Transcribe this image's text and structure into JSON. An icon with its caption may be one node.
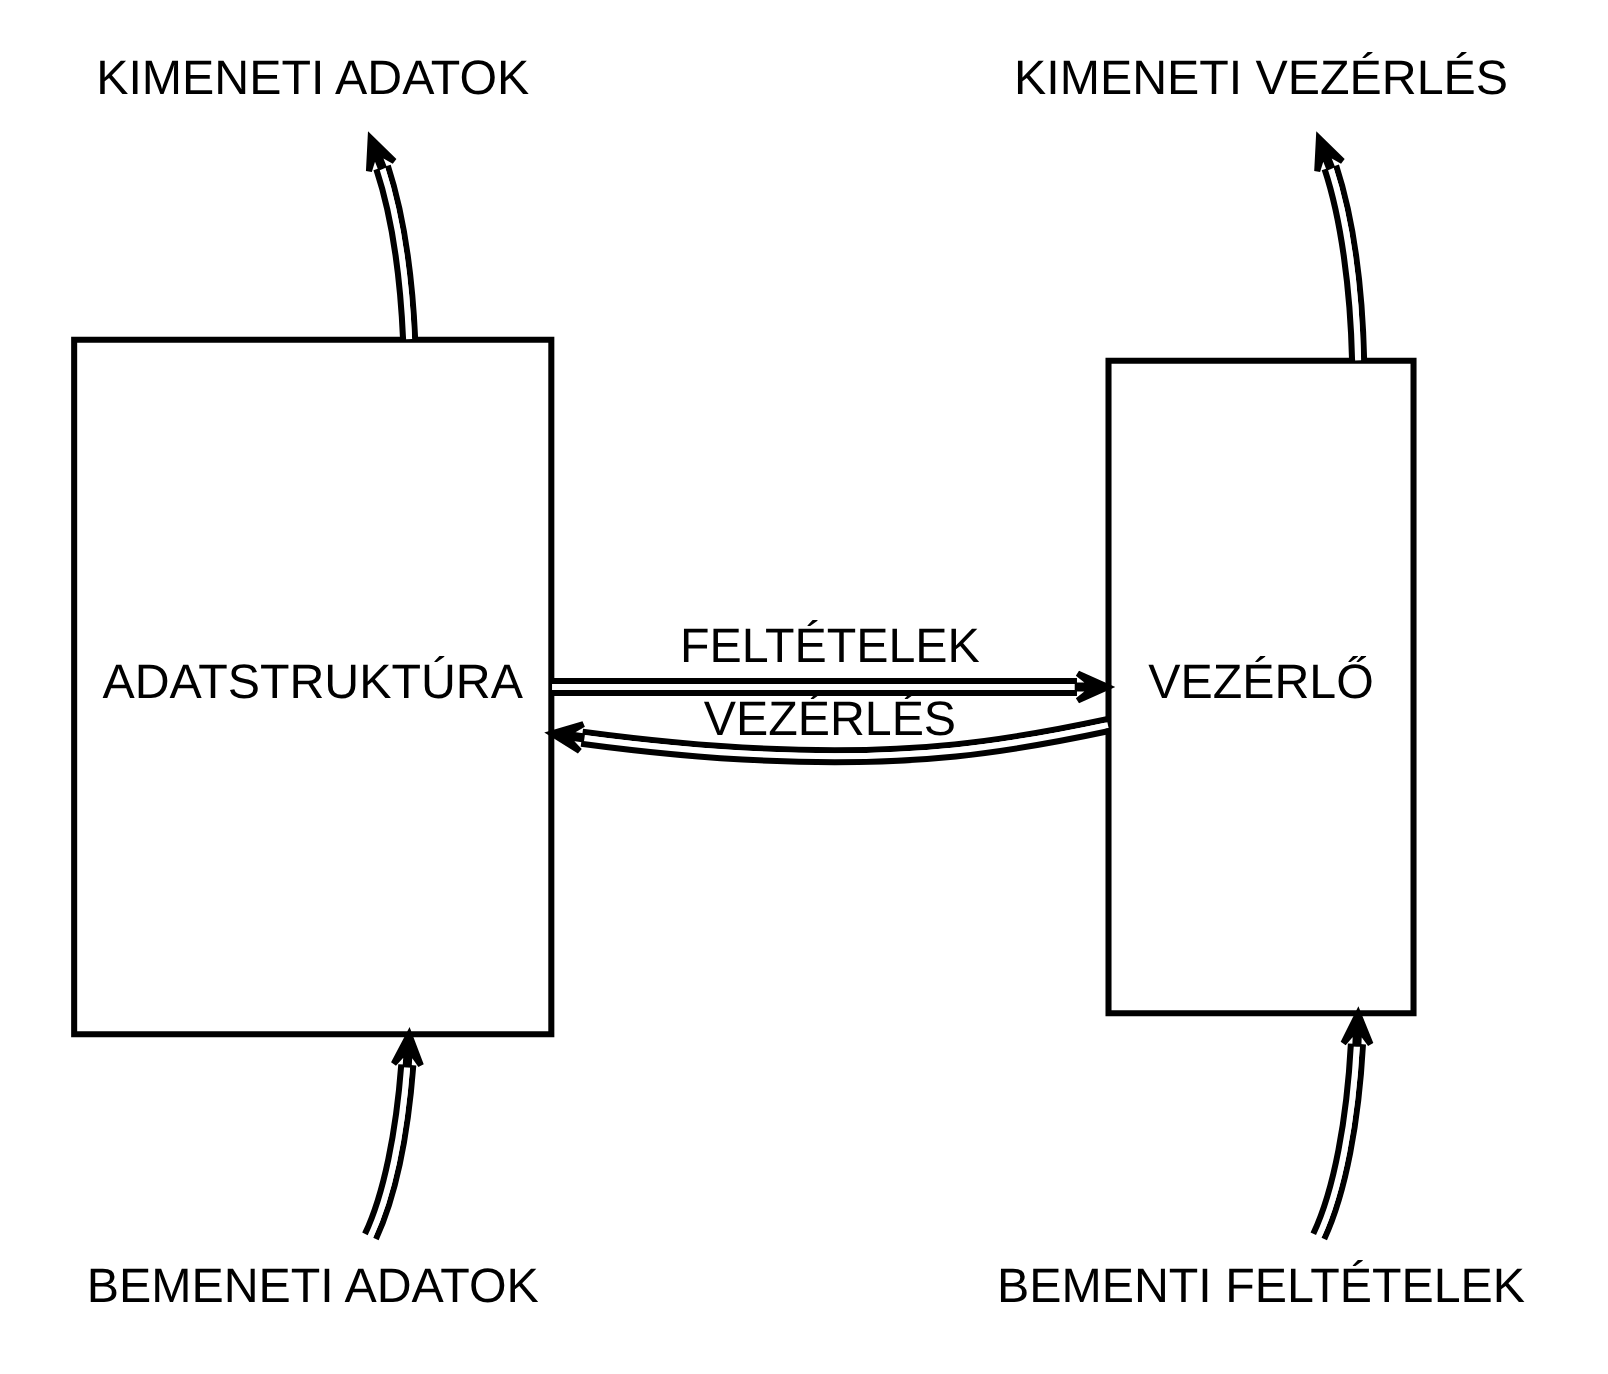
{
  "diagram": {
    "nodes": [
      {
        "text": [
          "ADATSTRUKTÚRA"
        ]
      },
      {
        "text": [
          "VEZÉRLŐ"
        ]
      },
      {
        "text": [
          "KIMENETI ADATOK"
        ]
      },
      {
        "text": [
          "KIMENETI VEZÉRLÉS"
        ]
      },
      {
        "text": [
          "BEMENETI ADATOK"
        ]
      },
      {
        "text": [
          "BEMENTI FELTÉTELEK"
        ]
      }
    ],
    "edges": [
      {
        "from": 0,
        "to": 2,
        "arrow": "to"
      },
      {
        "from": 1,
        "to": 3,
        "arrow": "to"
      },
      {
        "from": 1,
        "to": 0,
        "arrow": "to",
        "label": "VEZÉRLÉS"
      },
      {
        "from": 0,
        "to": 1,
        "arrow": "to",
        "label": "FELTÉTELEK"
      },
      {
        "from": 4,
        "to": 0,
        "arrow": "to"
      },
      {
        "from": 5,
        "to": 1,
        "arrow": "to"
      }
    ]
  }
}
